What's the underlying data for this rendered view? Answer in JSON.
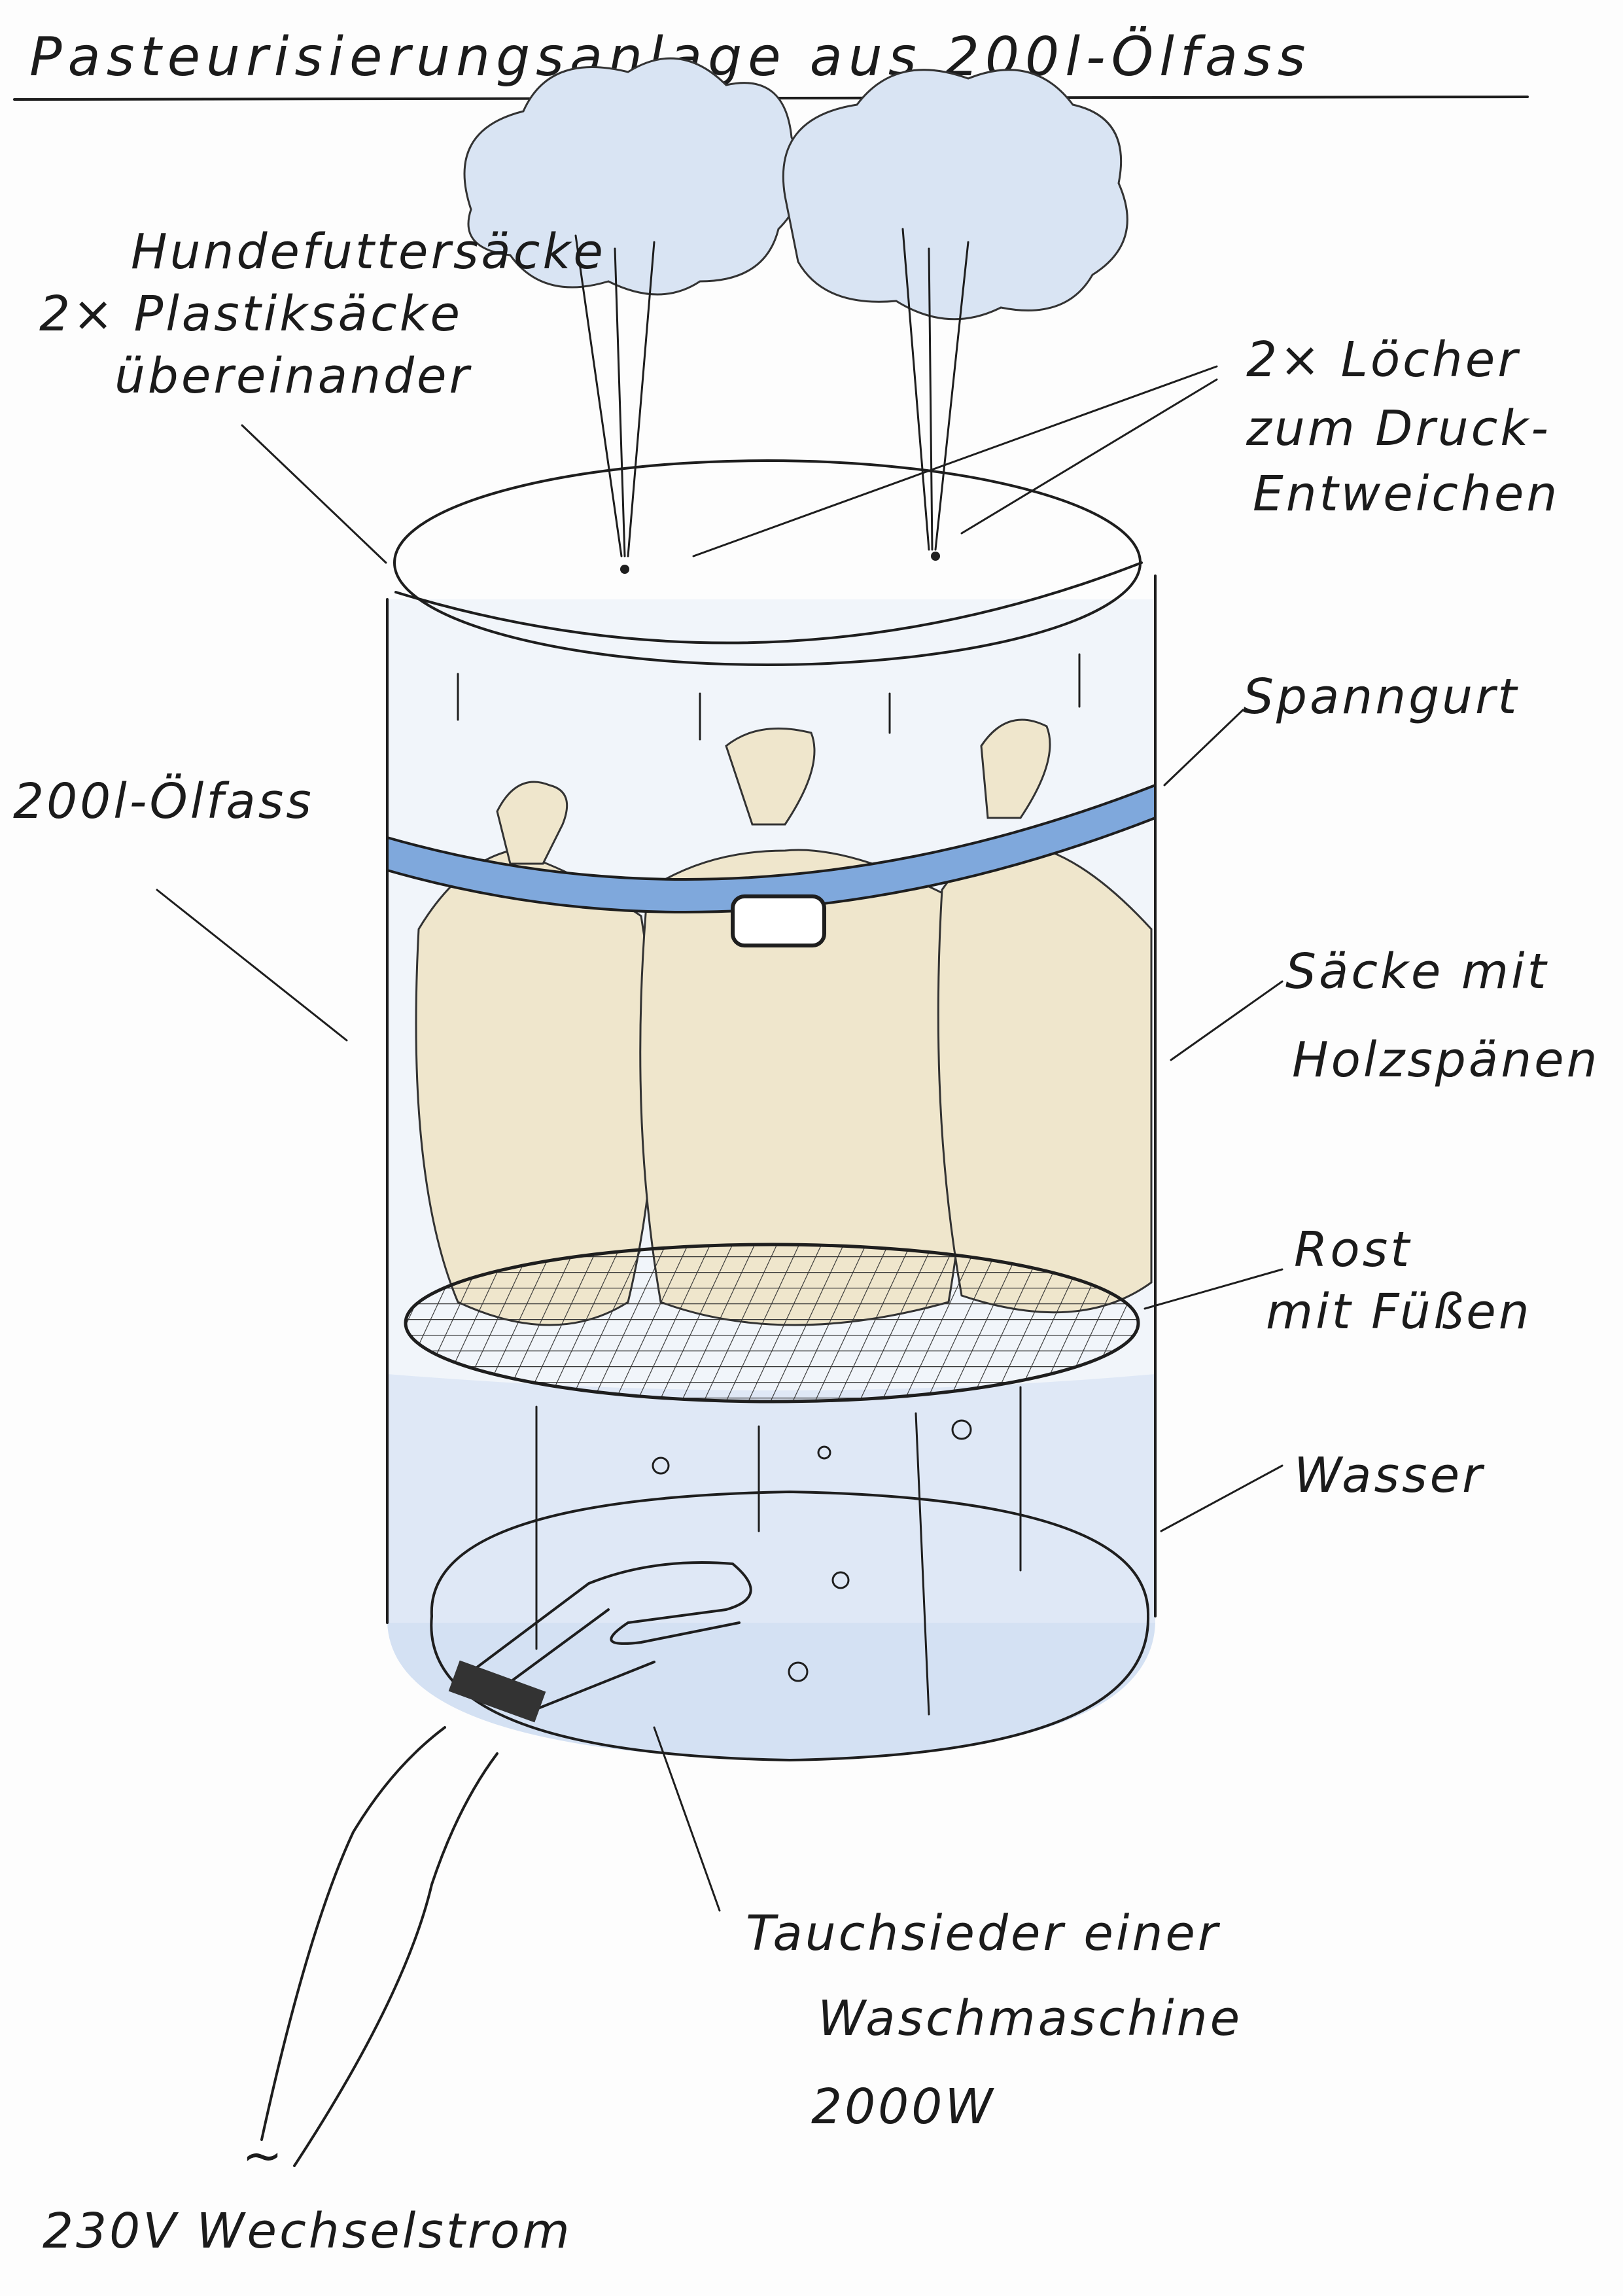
{
  "title": "Pasteurisierungsanlage aus 200l-Ölfass",
  "labels": {
    "sacks_cover": [
      "Hundefuttersäcke",
      "2× Plastiksäcke",
      "übereinander"
    ],
    "holes": [
      "2× Löcher",
      "zum Druck-",
      "Entweichen"
    ],
    "strap": "Spanngurt",
    "barrel": "200l-Ölfass",
    "wood_sacks": [
      "Säcke mit",
      "Holzspänen"
    ],
    "grate": [
      "Rost",
      "mit Füßen"
    ],
    "water": "Wasser",
    "heater": [
      "Tauchsieder einer",
      "Waschmaschine",
      "2000W"
    ],
    "ac_symbol": "~",
    "power": "230V Wechselstrom"
  },
  "colors": {
    "water": "#c9daf0",
    "strap": "#7fa8dc",
    "sacks": "#efe6cc",
    "steam": "#d6e2f2",
    "ink": "#1e1e1e"
  }
}
